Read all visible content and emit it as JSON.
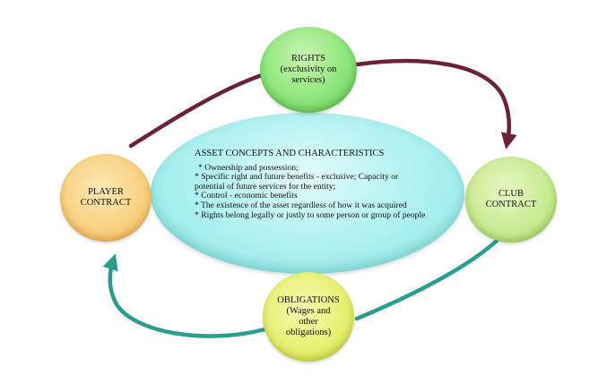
{
  "colors": {
    "top_arrow": "#6b2236",
    "bottom_arrow": "#2a9d8f",
    "rights_fill": "#8ee67a",
    "player_fill": "#f8cf7d",
    "club_fill": "#c6ea8f",
    "obligations_fill": "#e6ef6e",
    "center_fill": "#b3f2f1"
  },
  "nodes": {
    "rights": {
      "line1": "RIGHTS",
      "line2": "(exclusivity on",
      "line3": "services)"
    },
    "player": {
      "line1": "PLAYER",
      "line2": "CONTRACT"
    },
    "club": {
      "line1": "CLUB",
      "line2": "CONTRACT"
    },
    "obligations": {
      "line1": "OBLIGATIONS",
      "line2": "(Wages and",
      "line3": "other",
      "line4": "obligations)"
    }
  },
  "center": {
    "title": "ASSET CONCEPTS AND CHARACTERISTICS",
    "points": [
      "* Ownership and possession;",
      "* Specific right and future benefits - exclusive; Capacity or potential of future services for the entity;",
      "* Control - economic benefits",
      "* The existence of the asset regardless of how it was acquired",
      "* Rights belong legally or justly to some person or group of people"
    ]
  }
}
